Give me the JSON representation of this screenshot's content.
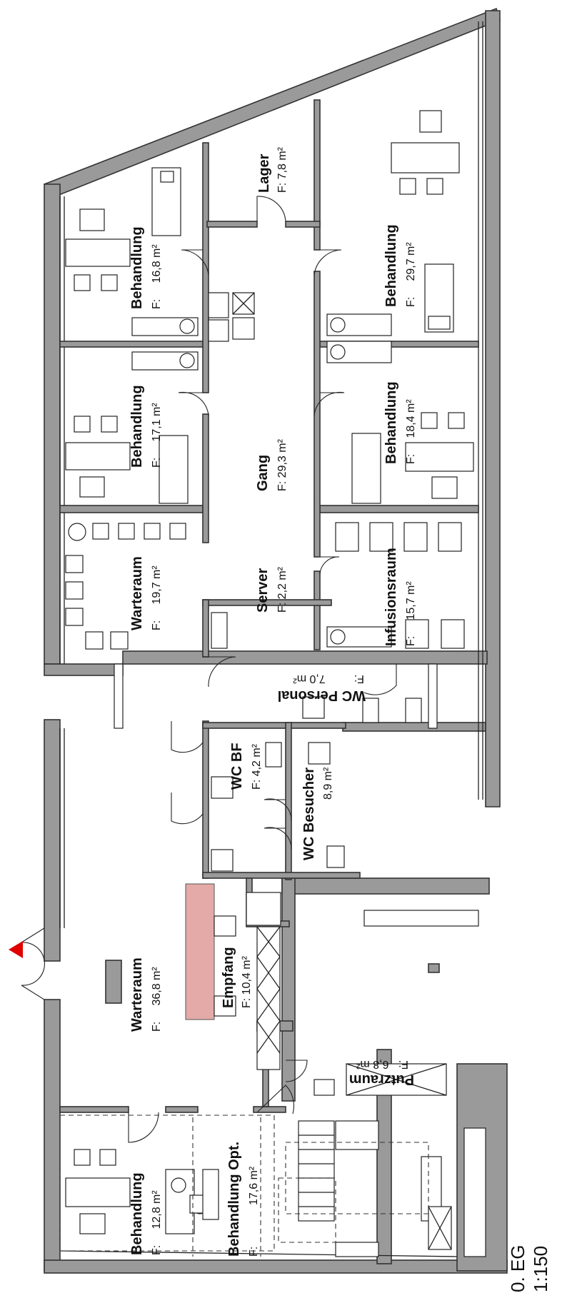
{
  "rooms": {
    "behandlung_a": {
      "name": "Behandlung",
      "area": "16,8 m²"
    },
    "behandlung_b": {
      "name": "Behandlung",
      "area": "17,1 m²"
    },
    "warteraum_a": {
      "name": "Warteraum",
      "area": "19,7 m²"
    },
    "lager": {
      "name": "Lager",
      "area": "7,8 m²"
    },
    "gang": {
      "name": "Gang",
      "area": "29,3 m²"
    },
    "server": {
      "name": "Server",
      "area": "2,2 m²"
    },
    "behandlung_c": {
      "name": "Behandlung",
      "area": "29,7 m²"
    },
    "behandlung_d": {
      "name": "Behandlung",
      "area": "18,4 m²"
    },
    "infusionsraum": {
      "name": "Infusionsraum",
      "area": "15,7 m²"
    },
    "wc_personal": {
      "name": "WC Personal",
      "area": "7,0 m²"
    },
    "wc_bf": {
      "name": "WC BF",
      "area": "4,2 m²"
    },
    "wc_besucher": {
      "name": "WC Besucher",
      "area": "8,9 m²"
    },
    "warteraum_b": {
      "name": "Warteraum",
      "area": "36,8 m²"
    },
    "empfang": {
      "name": "Empfang",
      "area": "10,4 m²"
    },
    "putzraum": {
      "name": "Putzraum",
      "area": "6,8 m²"
    },
    "behandlung_e": {
      "name": "Behandlung",
      "area": "12,8 m²"
    },
    "behandlung_opt": {
      "name": "Behandlung Opt.",
      "area": "17,6 m²"
    }
  },
  "area_prefix": "F:",
  "scale_label": {
    "floor": "0. EG",
    "scale": "1:150"
  },
  "colors": {
    "wall": "#9a9a9a",
    "reception_counter": "#e3aaa7",
    "entrance_marker": "#e00000"
  }
}
